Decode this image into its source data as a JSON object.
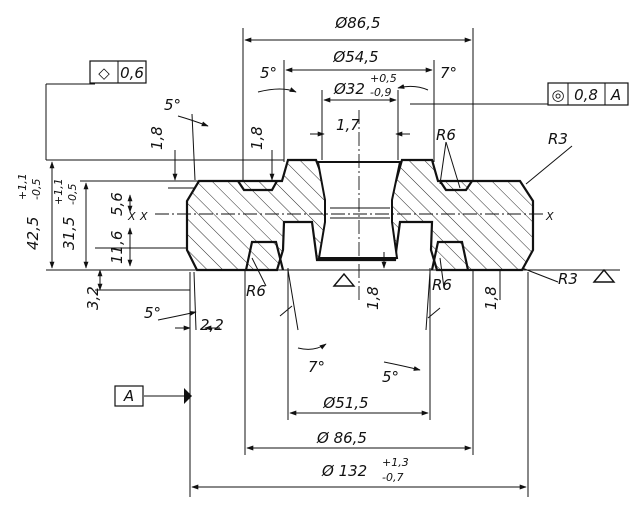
{
  "dimensions": {
    "d_top_86": "Ø86,5",
    "d_54": "Ø54,5",
    "d_32": "Ø32",
    "d_32_tol_upper": "+0,5",
    "d_32_tol_lower": "-0,9",
    "hub_width": "1,7",
    "d_51": "Ø51,5",
    "d_bottom_86": "Ø 86,5",
    "d_132": "Ø 132",
    "d_132_tol_upper": "+1,3",
    "d_132_tol_lower": "-0,7",
    "h_42": "42,5",
    "h_42_tol_upper": "+1,1",
    "h_42_tol_lower": "-0,5",
    "h_31": "31,5",
    "h_31_tol_upper": "+1,1",
    "h_31_tol_lower": "-0,5",
    "d_18_left": "1,8",
    "d_18_mid": "1,8",
    "d_56": "5,6",
    "d_116": "11,6",
    "d_32_left": "3,2",
    "d_22": "2,2",
    "d_18_bottom": "1,8",
    "d_18_right": "1,8"
  },
  "angles": {
    "a5_top": "5°",
    "a5_left": "5°",
    "a7_top": "7°",
    "a5_bottom_left": "5°",
    "a7_bottom": "7°",
    "a5_bottom_right": "5°"
  },
  "radii": {
    "r6_top": "R6",
    "r3_top": "R3",
    "r6_bottom_left": "R6",
    "r6_bottom_right": "R6",
    "r3_bottom": "R3"
  },
  "axis_labels": {
    "x_left": "X",
    "x_left2": "X",
    "x_right": "X"
  },
  "flatness_tolerance": {
    "symbol": "◇",
    "value": "0,6"
  },
  "concentricity_tolerance": {
    "symbol": "◎",
    "value": "0,8",
    "datum": "A"
  },
  "datum_label": "A"
}
